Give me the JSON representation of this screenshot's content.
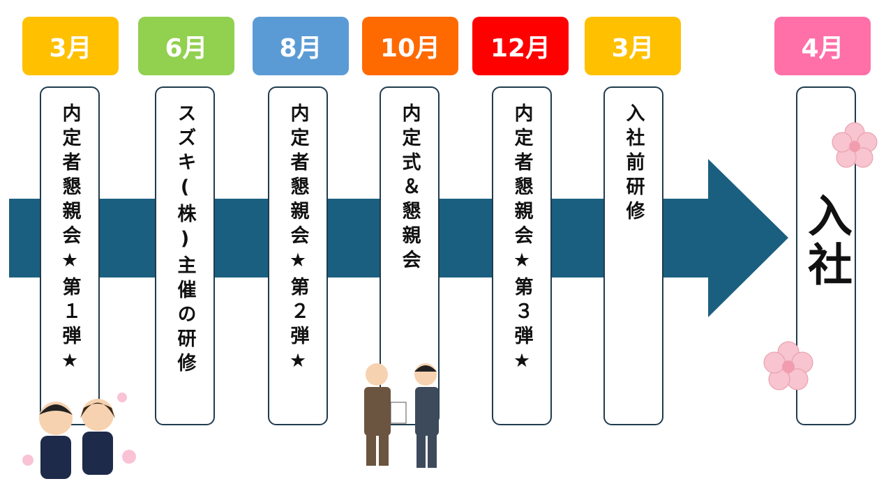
{
  "colors": {
    "arrow": "#1B5F80"
  },
  "timeline": [
    {
      "month": "3月",
      "color": "#FFC000",
      "event": "内定者懇親会★第１弾★"
    },
    {
      "month": "6月",
      "color": "#92D050",
      "event": "スズキ(株)主催の研修"
    },
    {
      "month": "8月",
      "color": "#5B9BD5",
      "event": "内定者懇親会★第２弾★"
    },
    {
      "month": "10月",
      "color": "#FF6A00",
      "event": "内定式＆懇親会"
    },
    {
      "month": "12月",
      "color": "#FF0000",
      "event": "内定者懇親会★第３弾★"
    },
    {
      "month": "3月",
      "color": "#FFC000",
      "event": "入社前研修"
    },
    {
      "month": "4月",
      "color": "#FF6FA8",
      "event": "入社"
    }
  ]
}
